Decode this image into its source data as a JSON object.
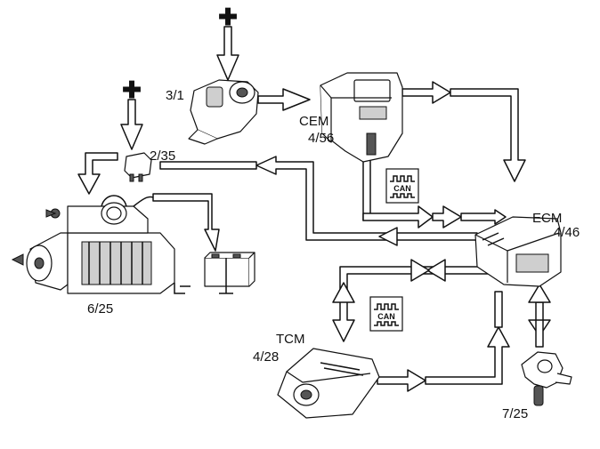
{
  "labels": {
    "ignition_switch": "3/1",
    "cem": "CEM",
    "cem_code": "4/56",
    "relay": "2/35",
    "ecm": "ECM",
    "ecm_code": "4/46",
    "starter": "6/25",
    "tcm": "TCM",
    "tcm_code": "4/28",
    "sensor": "7/25",
    "plus_symbol": "✚"
  },
  "can_badges": [
    {
      "text": "CAN"
    },
    {
      "text": "CAN"
    }
  ]
}
